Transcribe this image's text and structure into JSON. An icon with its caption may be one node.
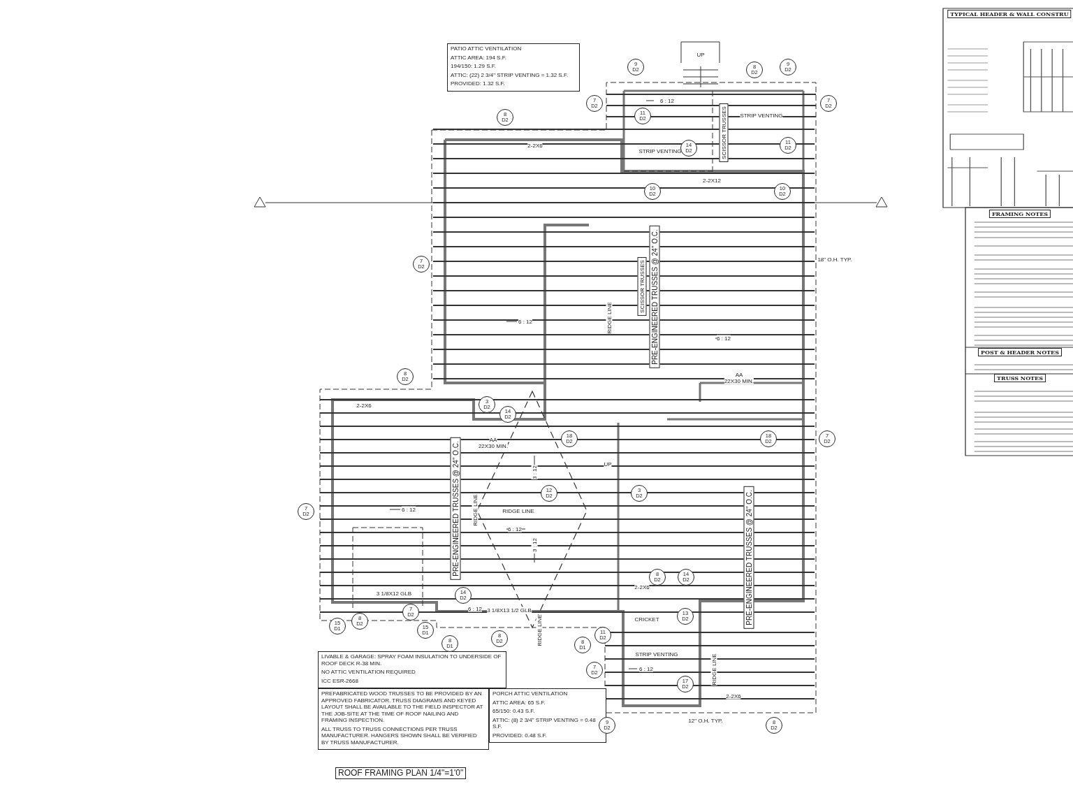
{
  "diagram": {
    "title": "ROOF FRAMING PLAN 1/4\"=1'0\"",
    "nodes": [
      {
        "text": [
          "PATIO ATTIC VENTILATION",
          "ATTIC AREA: 194 S.F.",
          "194/150: 1.29 S.F.",
          "ATTIC: (22) 2 3/4\" STRIP VENTING = 1.32 S.F.",
          "PROVIDED: 1.32 S.F."
        ]
      },
      {
        "text": [
          "UP"
        ]
      },
      {
        "text": [
          "PRE-ENGINEERED TRUSSES @ 24\" O.C."
        ]
      },
      {
        "text": [
          "PRE-ENGINEERED TRUSSES @ 24\" O.C."
        ]
      },
      {
        "text": [
          "PRE-ENGINEERED TRUSSES @ 24\" O.C."
        ]
      },
      {
        "text": [
          "LIVABLE & GARAGE: SPRAY FOAM INSULATION TO UNDERSIDE OF ROOF DECK R-38 MIN.",
          "NO ATTIC VENTILATION REQUIRED",
          "ICC ESR-2668"
        ]
      },
      {
        "text": [
          "PREFABRICATED WOOD TRUSSES TO BE PROVIDED BY AN APPROVED FABRICATOR. TRUSS DIAGRAMS AND KEYED LAYOUT SHALL BE AVAILABLE TO THE FIELD INSPECTOR AT THE JOB-SITE AT THE TIME OF ROOF NAILING AND FRAMING INSPECTION.",
          "ALL TRUSS TO TRUSS CONNECTIONS PER TRUSS MANUFACTURER. HANGERS SHOWN SHALL BE VERIFIED BY TRUSS MANUFACTURER."
        ]
      },
      {
        "text": [
          "PORCH ATTIC VENTILATION",
          "ATTIC AREA: 65 S.F.",
          "65/150: 0.43 S.F.",
          "ATTIC: (8) 2 3/4\" STRIP VENTING = 0.48 S.F.",
          "PROVIDED: 0.48 S.F."
        ]
      }
    ],
    "edges": [],
    "labels": [
      "TYPICAL HEADER & WALL CONSTRU",
      "9 D2",
      "8 D2",
      "9 D2",
      "8 D2",
      "7 D2",
      "11 D2",
      "6 : 12",
      "STRIP VENTING",
      "7 D2",
      "2-2X6",
      "STRIP VENTING",
      "14 D2",
      "SCISSOR TRUSSES",
      "11 D2",
      "10 D2",
      "2-2X12",
      "10 D2",
      "FRAMING NOTES",
      "7 D2",
      "18\" O.H. TYP.",
      "6 : 12",
      "RIDGE LINE",
      "SCISSOR TRUSSES",
      "6 : 12",
      "POST & HEADER NOTES",
      "8 D2",
      "AA",
      "22X30 MIN.",
      "TRUSS NOTES",
      "2-2X6",
      "3 D2",
      "14 D2",
      "AA",
      "22X30 MIN.",
      "18 D2",
      "18 D2",
      "7 D2",
      "3 : 12",
      "UP",
      "12 D2",
      "3 D2",
      "7 D2",
      "6 : 12",
      "RIDGE LINE",
      "RIDGE LINE",
      "6 : 12",
      "3 : 12",
      "8 D2",
      "14 D2",
      "3 1/8X12 GLB",
      "14 D2",
      "2-2X6",
      "15 D1",
      "8 D2",
      "7 D2",
      "15 D1",
      "6 : 12",
      "3 1/8X13 1/2 GLB",
      "RIDGE LINE",
      "CRICKET",
      "13 D2",
      "8 D1",
      "8 D2",
      "8 D1",
      "11 D2",
      "STRIP VENTING",
      "7 D2",
      "6 : 12",
      "RIDGE LINE",
      "17 D2",
      "2-2X6",
      "12\" O.H. TYP.",
      "9 D2",
      "8 D2"
    ]
  }
}
